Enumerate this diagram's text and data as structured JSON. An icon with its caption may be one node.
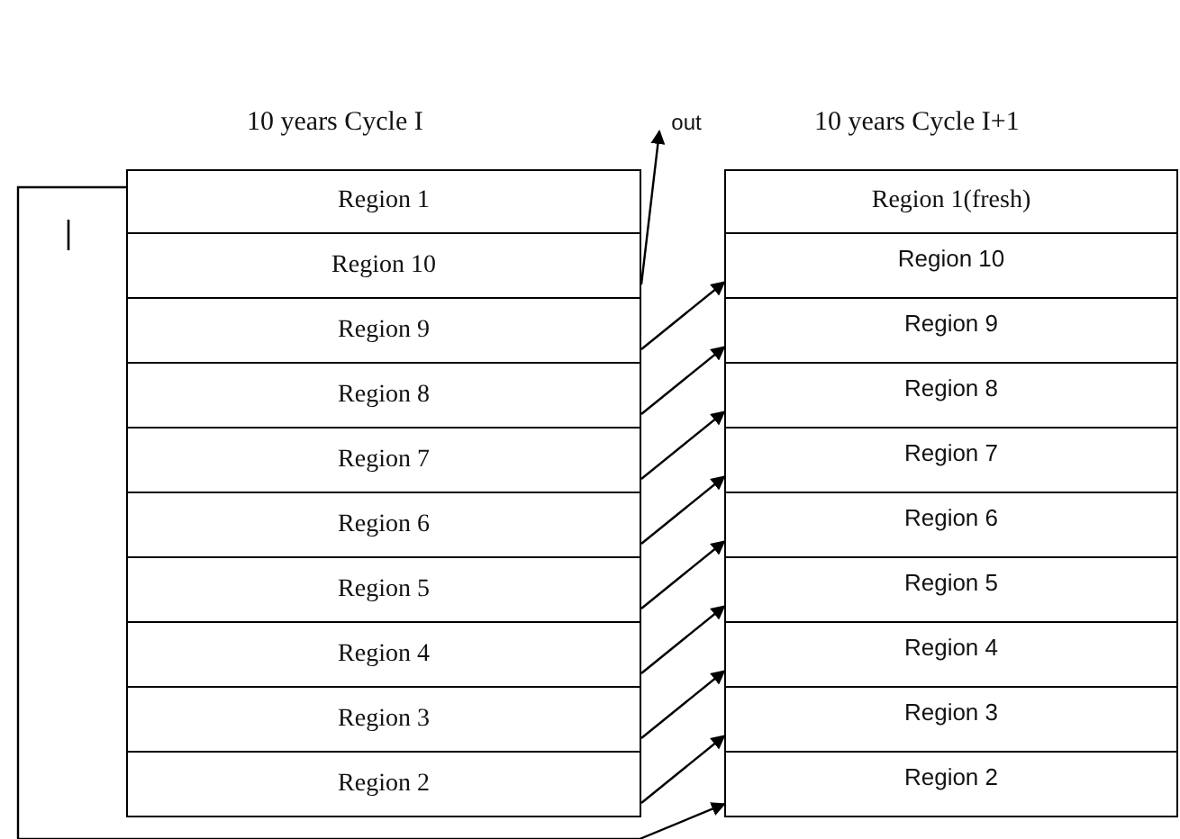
{
  "diagram": {
    "nodes": [
      {
        "text": [
          "Region 1"
        ]
      },
      {
        "text": [
          "Region 10"
        ]
      },
      {
        "text": [
          "Region 9"
        ]
      },
      {
        "text": [
          "Region 8"
        ]
      },
      {
        "text": [
          "Region 7"
        ]
      },
      {
        "text": [
          "Region 6"
        ]
      },
      {
        "text": [
          "Region 5"
        ]
      },
      {
        "text": [
          "Region 4"
        ]
      },
      {
        "text": [
          "Region 3"
        ]
      },
      {
        "text": [
          "Region 2"
        ]
      },
      {
        "text": [
          "Region 1(fresh)"
        ]
      },
      {
        "text": [
          "Region 10"
        ]
      },
      {
        "text": [
          "Region 9"
        ]
      },
      {
        "text": [
          "Region 8"
        ]
      },
      {
        "text": [
          "Region 7"
        ]
      },
      {
        "text": [
          "Region 6"
        ]
      },
      {
        "text": [
          "Region 5"
        ]
      },
      {
        "text": [
          "Region 4"
        ]
      },
      {
        "text": [
          "Region 3"
        ]
      },
      {
        "text": [
          "Region 2"
        ]
      },
      {
        "text": [
          "out"
        ]
      }
    ],
    "edges": [
      {
        "from": 1,
        "to": 20,
        "arrow": "to"
      },
      {
        "from": 2,
        "to": 11,
        "arrow": "to"
      },
      {
        "from": 3,
        "to": 12,
        "arrow": "to"
      },
      {
        "from": 4,
        "to": 13,
        "arrow": "to"
      },
      {
        "from": 5,
        "to": 14,
        "arrow": "to"
      },
      {
        "from": 6,
        "to": 15,
        "arrow": "to"
      },
      {
        "from": 7,
        "to": 16,
        "arrow": "to"
      },
      {
        "from": 8,
        "to": 17,
        "arrow": "to"
      },
      {
        "from": 9,
        "to": 18,
        "arrow": "to"
      },
      {
        "from": 0,
        "to": 19,
        "arrow": "to"
      }
    ],
    "labels": [
      "10 years Cycle I",
      "10 years Cycle I+1"
    ]
  }
}
